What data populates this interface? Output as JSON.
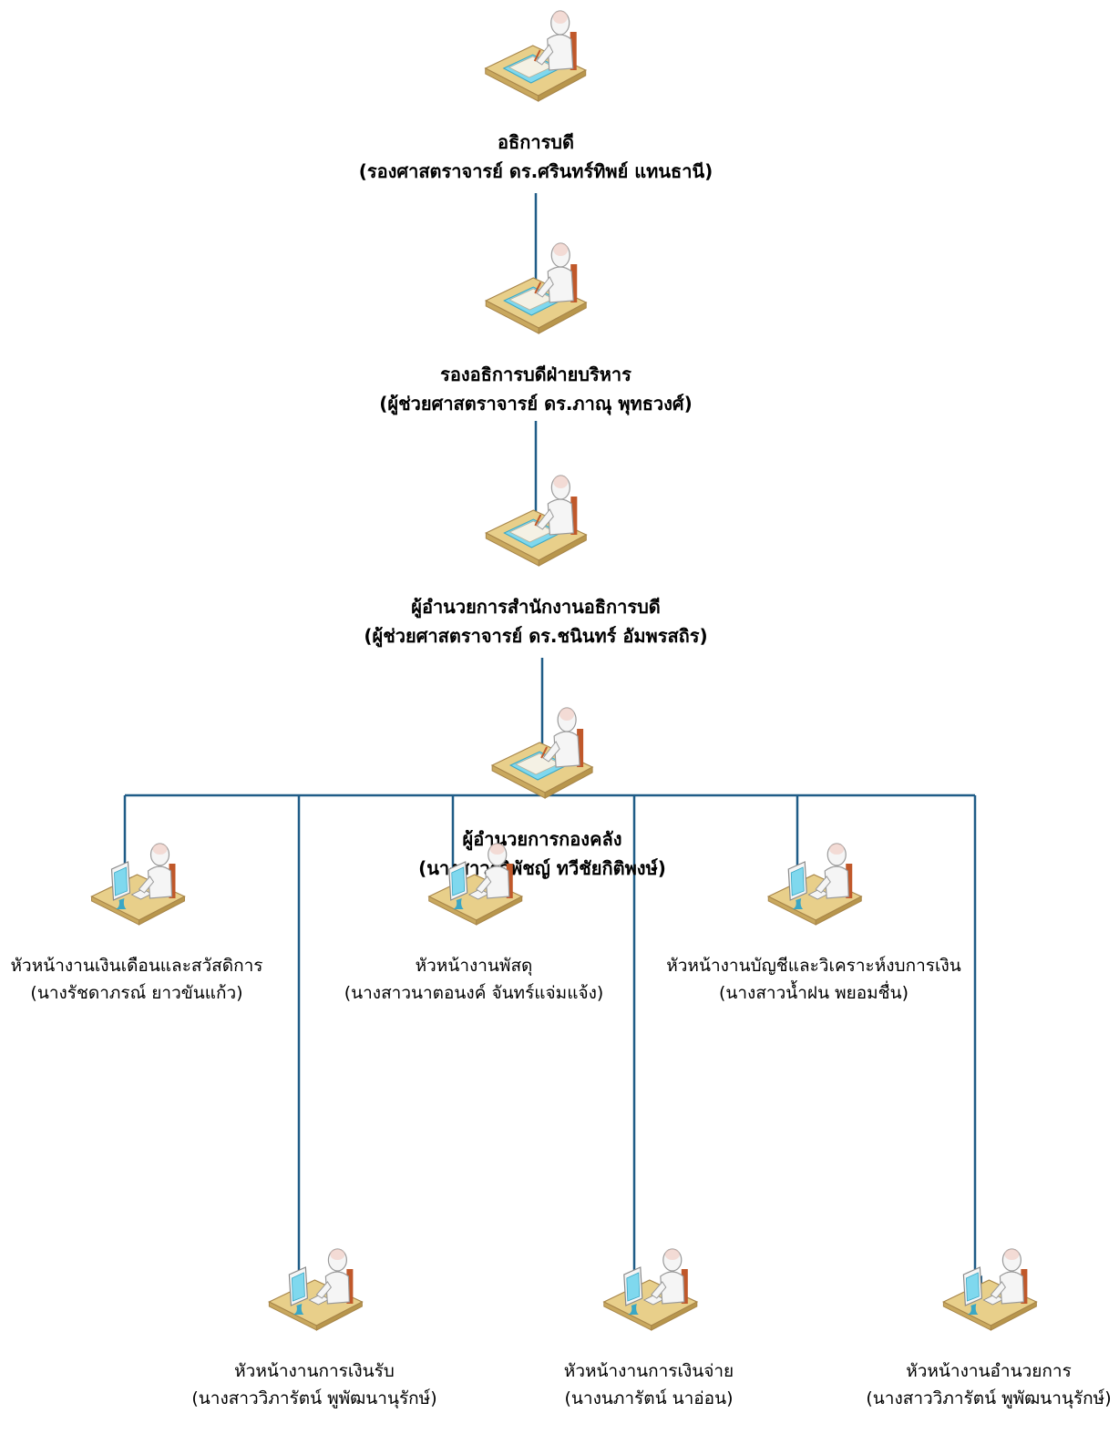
{
  "executives": [
    {
      "title": "อธิการบดี",
      "name": "(รองศาสตราจารย์ ดร.ศรินทร์ทิพย์ แทนธานี)"
    },
    {
      "title": "รองอธิการบดีฝ่ายบริหาร",
      "name": "(ผู้ช่วยศาสตราจารย์ ดร.ภาณุ พุทธวงศ์)"
    },
    {
      "title": "ผู้อำนวยการสำนักงานอธิการบดี",
      "name": "(ผู้ช่วยศาสตราจารย์ ดร.ชนินทร์ อัมพรสถิร)"
    },
    {
      "title": "ผู้อำนวยการกองคลัง",
      "name": "(นางสาวรุจิพัชญ์  ทวีชัยกิติพงษ์)"
    }
  ],
  "units": [
    {
      "title": "หัวหน้างานเงินเดือนและสวัสดิการ",
      "name": "(นางรัชดาภรณ์ ยาวขันแก้ว)"
    },
    {
      "title": "หัวหน้างานการเงินรับ",
      "name": "(นางสาววิภารัตน์ พูพัฒนานุรักษ์)"
    },
    {
      "title": "หัวหน้างานพัสดุ",
      "name": "(นางสาวนาตอนงค์ จันทร์แจ่มแจ้ง)"
    },
    {
      "title": "หัวหน้างานการเงินจ่าย",
      "name": "(นางนภารัตน์  นาอ่อน)"
    },
    {
      "title": "หัวหน้างานบัญชีและวิเคราะห์งบการเงิน",
      "name": "(นางสาวน้ำฝน  พยอมชื่น)"
    },
    {
      "title": "หัวหน้างานอำนวยการ",
      "name": "(นางสาววิภารัตน์ พูพัฒนานุรักษ์)"
    }
  ],
  "colors": {
    "connector": "#1f5c87",
    "desk": "#e8cf8a",
    "person": "#f5f5f5",
    "screen": "#7fd8ee"
  }
}
